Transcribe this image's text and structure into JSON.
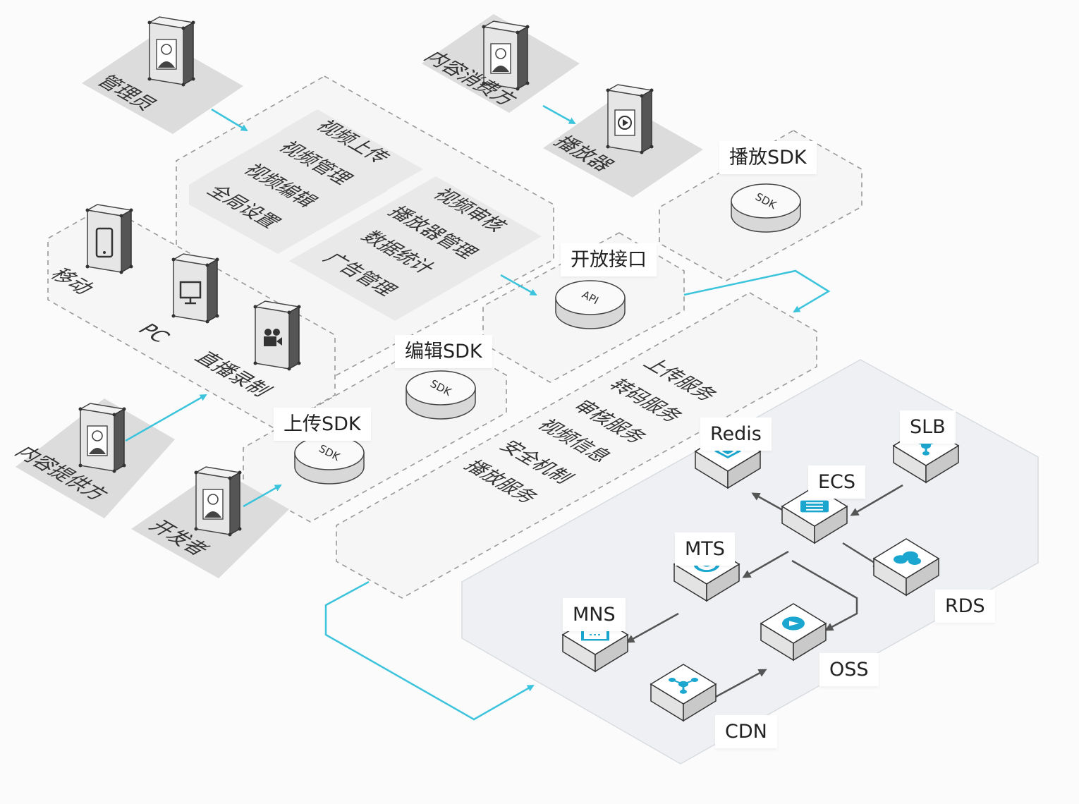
{
  "colors": {
    "flow": "#3cc4dc",
    "arrow": "#555555",
    "dash": "#8a8a8a",
    "plate": "#e0e0e0",
    "region": "#eef0f3",
    "icon": "#1aa6cf"
  },
  "roles": {
    "admin": "管理员",
    "consumer": "内容消费方",
    "player": "播放器",
    "provider": "内容提供方",
    "developer": "开发者"
  },
  "devices": {
    "mobile": "移动",
    "pc": "PC",
    "live": "直播录制"
  },
  "console_features": [
    "视频上传",
    "视频管理",
    "视频编辑",
    "全局设置",
    "视频审核",
    "播放器管理",
    "数据统计",
    "广告管理"
  ],
  "services": [
    "上传服务",
    "转码服务",
    "审核服务",
    "视频信息",
    "安全机制",
    "播放服务"
  ],
  "labels": {
    "play_sdk": "播放SDK",
    "open_api": "开放接口",
    "edit_sdk": "编辑SDK",
    "upload_sdk": "上传SDK"
  },
  "disk_text": {
    "sdk": "SDK",
    "api": "API"
  },
  "cloud": {
    "redis": "Redis",
    "slb": "SLB",
    "ecs": "ECS",
    "mts": "MTS",
    "rds": "RDS",
    "mns": "MNS",
    "oss": "OSS",
    "cdn": "CDN"
  },
  "icons": {
    "person": "person-icon",
    "mobile": "mobile-icon",
    "pc": "monitor-icon",
    "live": "video-camera-icon",
    "player": "play-icon"
  }
}
